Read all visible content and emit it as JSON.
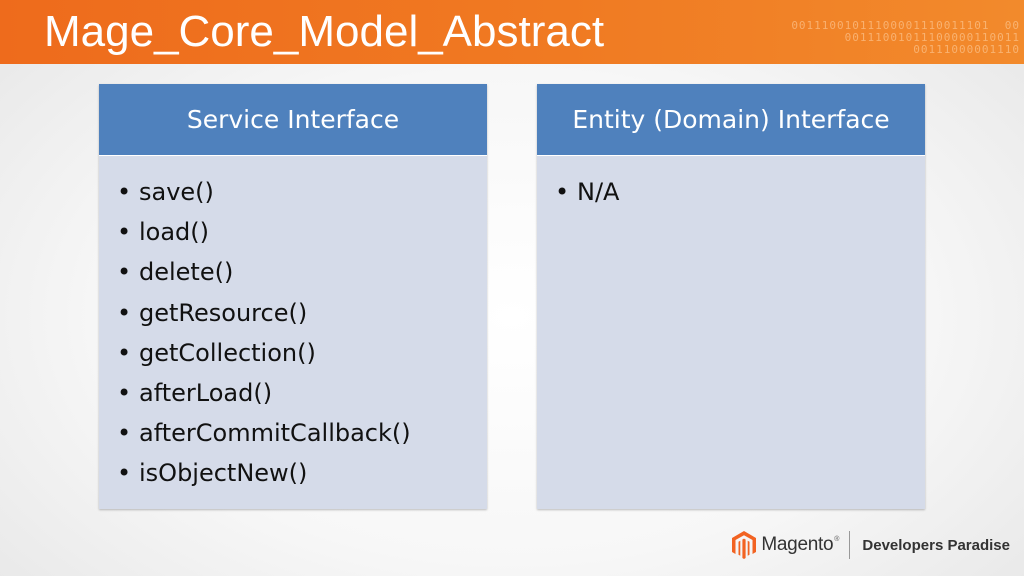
{
  "slide": {
    "title": "Mage_Core_Model_Abstract",
    "header_binary": "00111001011100001110011101  00\n    00111001011100000110011\n    00111000001110"
  },
  "columns": [
    {
      "header": "Service Interface",
      "items": [
        "save()",
        "load()",
        "delete()",
        "getResource()",
        "getCollection()",
        "afterLoad()",
        "afterCommitCallback()",
        "isObjectNew()"
      ]
    },
    {
      "header": "Entity (Domain) Interface",
      "items": [
        "N/A"
      ]
    }
  ],
  "footer": {
    "brand": "Magento",
    "trademark": "®",
    "tagline": "Developers Paradise"
  },
  "colors": {
    "title_bar": "#ee6b1c",
    "column_header": "#4f81bd",
    "column_body": "#d5dbe9",
    "logo_orange": "#f26322"
  },
  "icons": {
    "logo": "magento-logo-icon"
  }
}
